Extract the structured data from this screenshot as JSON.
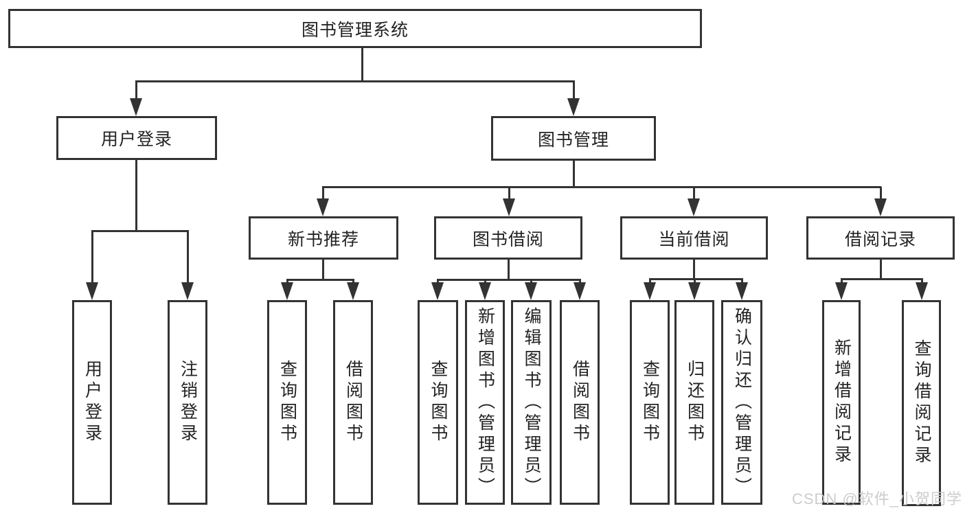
{
  "diagram": {
    "type": "hierarchy",
    "root": {
      "label": "图书管理系统"
    },
    "branches": [
      {
        "label": "用户登录",
        "children": [
          {
            "label": "用户登录"
          },
          {
            "label": "注销登录"
          }
        ]
      },
      {
        "label": "图书管理",
        "children": [
          {
            "label": "新书推荐",
            "children": [
              {
                "label": "查询图书"
              },
              {
                "label": "借阅图书"
              }
            ]
          },
          {
            "label": "图书借阅",
            "children": [
              {
                "label": "查询图书"
              },
              {
                "label": "新增图书（管理员）"
              },
              {
                "label": "编辑图书（管理员）"
              },
              {
                "label": "借阅图书"
              }
            ]
          },
          {
            "label": "当前借阅",
            "children": [
              {
                "label": "查询图书"
              },
              {
                "label": "归还图书"
              },
              {
                "label": "确认归还（管理员）"
              }
            ]
          },
          {
            "label": "借阅记录",
            "children": [
              {
                "label": "新增借阅记录"
              },
              {
                "label": "查询借阅记录"
              }
            ]
          }
        ]
      }
    ]
  },
  "colors": {
    "line": "#333333",
    "text": "#232323",
    "background": "#ffffff",
    "watermark": "#c9c9c9"
  },
  "watermark": {
    "text": "CSDN @软件_小贺同学"
  }
}
